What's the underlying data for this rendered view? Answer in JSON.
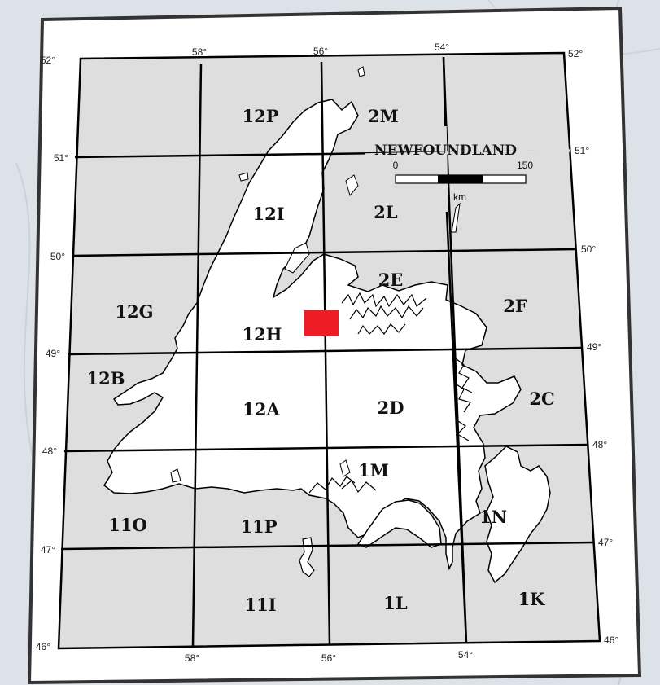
{
  "map": {
    "title": "NEWFOUNDLAND",
    "scale_bar": {
      "start": "0",
      "end": "150",
      "unit": "km"
    },
    "latitude_labels": [
      "52°",
      "51°",
      "50°",
      "49°",
      "48°",
      "47°",
      "46°"
    ],
    "longitude_top": [
      "58°",
      "56°",
      "54°"
    ],
    "longitude_bottom": [
      "58°",
      "56°",
      "54°"
    ],
    "sheets": [
      "12P",
      "2M",
      "12I",
      "2L",
      "2E",
      "12G",
      "12H",
      "2F",
      "12B",
      "12A",
      "2D",
      "2C",
      "1M",
      "11O",
      "11P",
      "1N",
      "11I",
      "1L",
      "1K"
    ],
    "study_area_color": "#ee1c25",
    "land_color": "#ffffff",
    "sea_color": "#dedede"
  }
}
